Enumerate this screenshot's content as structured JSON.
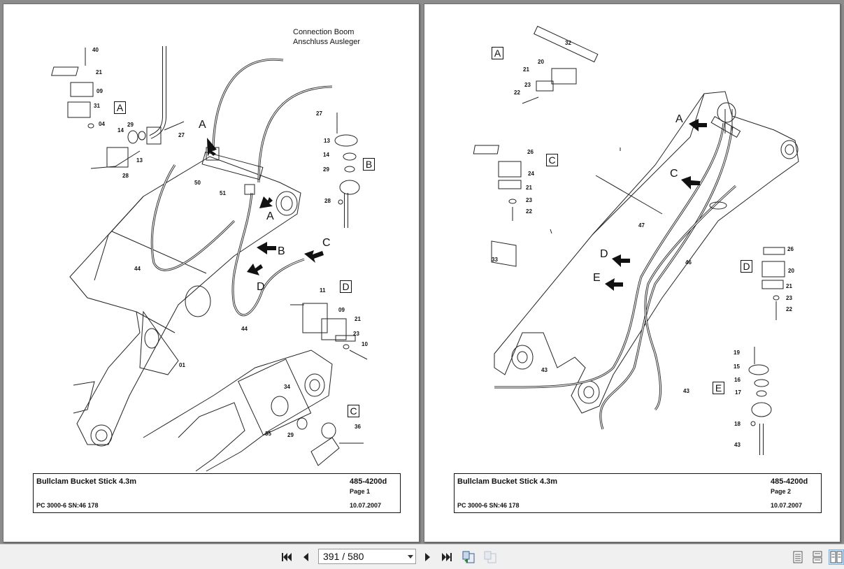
{
  "pages": [
    {
      "title": "Bullclam Bucket Stick 4.3m",
      "part_no": "485-4200d",
      "page_label": "Page 1",
      "model": "PC 3000-6 SN:46 178",
      "date": "10.07.2007",
      "note_line1": "Connection Boom",
      "note_line2": "Anschluss Ausleger",
      "box_letters": [
        "A",
        "B",
        "C",
        "D"
      ],
      "arrow_letters": [
        "A",
        "A",
        "B",
        "C",
        "D"
      ],
      "callouts": [
        "40",
        "21",
        "09",
        "31",
        "04",
        "29",
        "14",
        "27",
        "13",
        "28",
        "50",
        "51",
        "44",
        "44",
        "27",
        "13",
        "14",
        "29",
        "28",
        "11",
        "09",
        "21",
        "23",
        "10",
        "01",
        "34",
        "35",
        "29",
        "36"
      ]
    },
    {
      "title": "Bullclam Bucket Stick 4.3m",
      "part_no": "485-4200d",
      "page_label": "Page 2",
      "model": "PC 3000-6 SN:46 178",
      "date": "10.07.2007",
      "box_letters": [
        "A",
        "C",
        "D",
        "E"
      ],
      "arrow_letters": [
        "A",
        "C",
        "D",
        "E"
      ],
      "callouts": [
        "32",
        "20",
        "21",
        "23",
        "22",
        "26",
        "24",
        "21",
        "23",
        "22",
        "33",
        "47",
        "46",
        "26",
        "20",
        "21",
        "23",
        "22",
        "43",
        "43",
        "19",
        "15",
        "16",
        "17",
        "18",
        "43"
      ]
    }
  ],
  "toolbar": {
    "page_indicator": "391 / 580",
    "icons": [
      "first-page-icon",
      "previous-page-icon",
      "next-page-icon",
      "last-page-icon",
      "go-back-view-icon",
      "go-forward-view-icon",
      "single-page-view-icon",
      "continuous-view-icon",
      "two-page-view-icon"
    ]
  }
}
